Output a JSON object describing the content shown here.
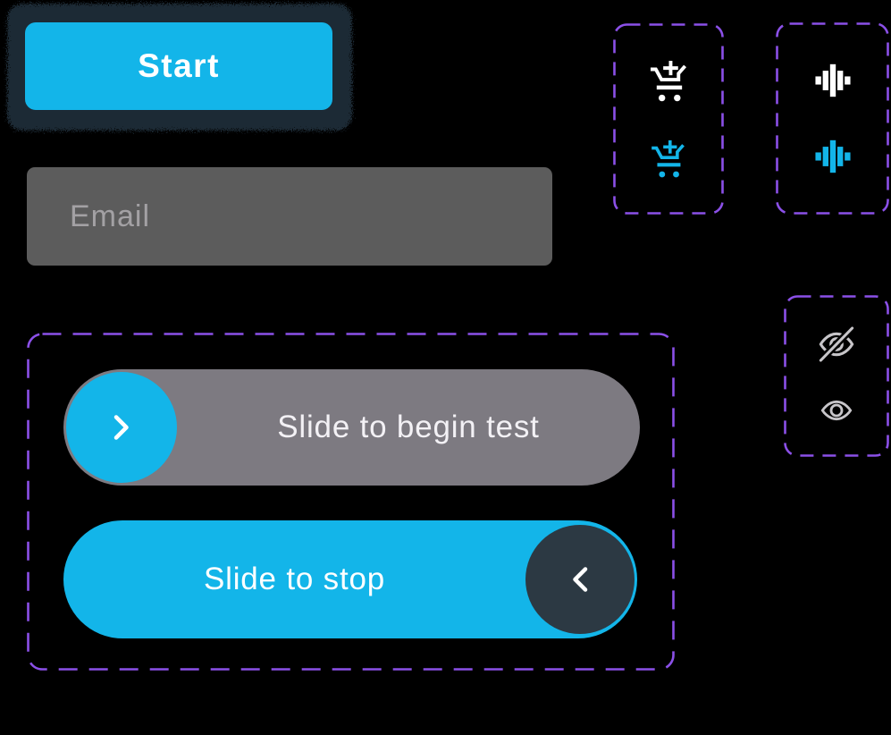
{
  "canvas": {
    "background": "#000000"
  },
  "colors": {
    "accent_cyan": "#13b5e9",
    "frame_dark": "#1d2934",
    "handle_dark": "#2c3943",
    "input_gray": "#5c5c5c",
    "track_gray": "#7d7a81",
    "dashed_purple": "#8b50e8",
    "icon_white": "#ffffff",
    "icon_gray": "#c7c5c9",
    "placeholder_gray": "#a3a1a4"
  },
  "start_button": {
    "label": "Start"
  },
  "email_input": {
    "placeholder": "Email",
    "value": ""
  },
  "icon_panels": {
    "cart": {
      "items": [
        {
          "icon": "add-to-cart-icon",
          "color": "#ffffff"
        },
        {
          "icon": "add-to-cart-icon",
          "color": "#13b5e9"
        }
      ]
    },
    "audio": {
      "items": [
        {
          "icon": "voice-wave-icon",
          "color": "#ffffff"
        },
        {
          "icon": "voice-wave-icon",
          "color": "#13b5e9"
        }
      ]
    },
    "visibility": {
      "items": [
        {
          "icon": "eye-off-icon",
          "color": "#c7c5c9"
        },
        {
          "icon": "eye-icon",
          "color": "#c7c5c9"
        }
      ]
    }
  },
  "sliders": {
    "begin": {
      "label": "Slide to begin test",
      "handle_icon": "chevron-right-icon"
    },
    "stop": {
      "label": "Slide to stop",
      "handle_icon": "chevron-left-icon"
    }
  }
}
